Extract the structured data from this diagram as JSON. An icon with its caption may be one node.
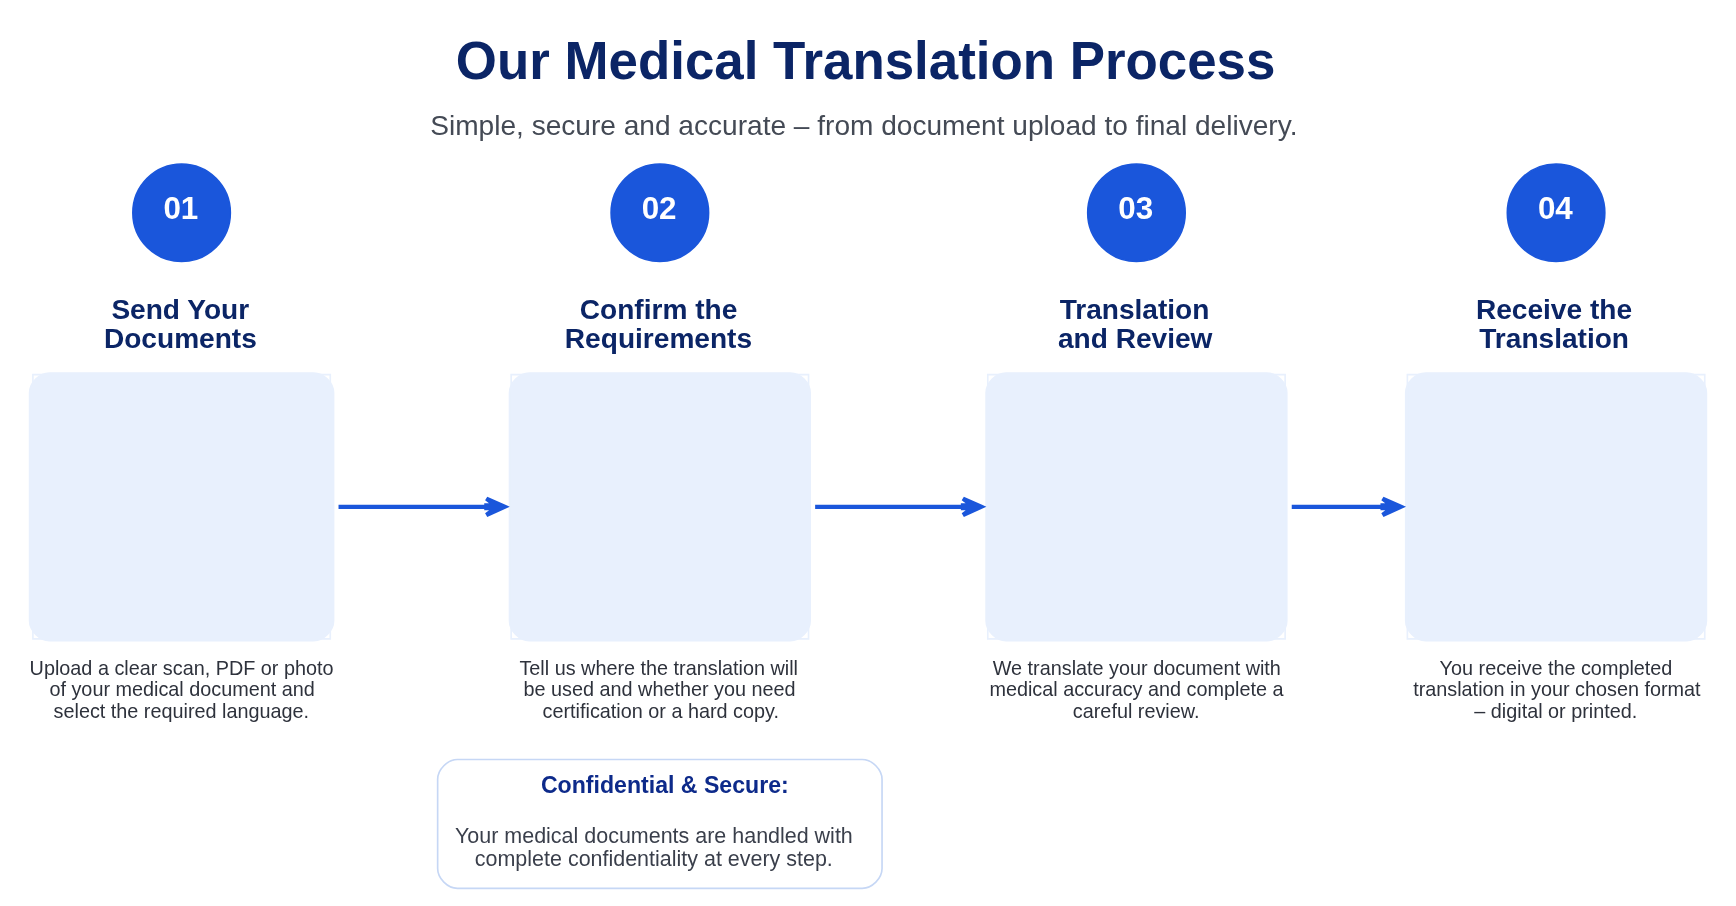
{
  "diagram": {
    "title": "Our Medical Translation Process",
    "caption": "Simple, secure and accurate – from document upload to final delivery.",
    "nodes": [
      {
        "text": [
          "01"
        ]
      },
      {
        "text": [
          "Send Your Documents"
        ],
        "beside": [
          "Upload a clear scan, PDF or photo of your medical document and select the required language."
        ]
      },
      {
        "text": [
          "02"
        ]
      },
      {
        "text": [
          "Confirm the Requirements"
        ],
        "beside": [
          "Tell us where the translation will be used and whether you need certification or a hard copy."
        ]
      },
      {
        "text": [
          "03"
        ]
      },
      {
        "text": [
          "Translation and Review"
        ],
        "beside": [
          "We translate your document with medical accuracy and complete a careful review."
        ]
      },
      {
        "text": [
          "04"
        ]
      },
      {
        "text": [
          "Receive the Translation"
        ],
        "beside": [
          "You receive the completed translation in your chosen format – digital or printed."
        ]
      },
      {
        "text": [
          "Confidential & Secure:",
          "Your medical documents are handled with complete confidentiality at every step."
        ]
      }
    ],
    "edges": [
      {
        "from": 1,
        "to": 3,
        "arrow": "to"
      },
      {
        "from": 3,
        "to": 5,
        "arrow": "to"
      },
      {
        "from": 5,
        "to": 7,
        "arrow": "to"
      }
    ]
  }
}
